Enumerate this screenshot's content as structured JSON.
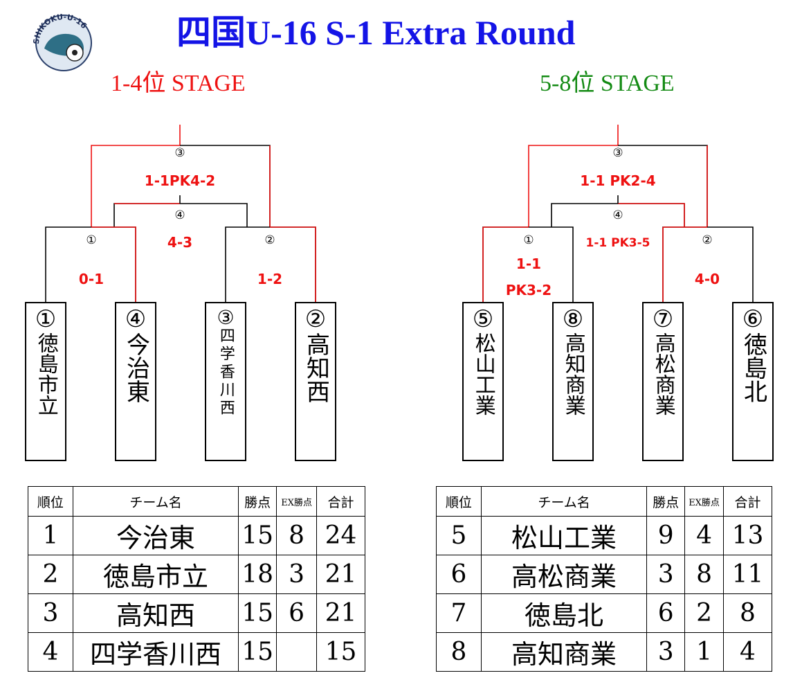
{
  "header": {
    "logo_text": "SHIKOKU-U-16",
    "title": "四国U-16 S-1 Extra Round"
  },
  "stages": {
    "upper": {
      "label": "1-4位 STAGE",
      "color": "#ee1111"
    },
    "lower": {
      "label": "5-8位 STAGE",
      "color": "#138a13"
    }
  },
  "bracket_left": {
    "final": {
      "num": "③",
      "score": "1-1PK4-2"
    },
    "third": {
      "num": "④",
      "score": "4-3"
    },
    "semi1": {
      "num": "①",
      "score": "0-1"
    },
    "semi2": {
      "num": "②",
      "score": "1-2"
    },
    "teams": [
      {
        "seed": "①",
        "name": "徳島市立"
      },
      {
        "seed": "④",
        "name": "今治東"
      },
      {
        "seed": "③",
        "name": "四学香川西"
      },
      {
        "seed": "②",
        "name": "高知西"
      }
    ]
  },
  "bracket_right": {
    "final": {
      "num": "③",
      "score": "1-1 PK2-4"
    },
    "third": {
      "num": "④",
      "score": "1-1 PK3-5"
    },
    "semi1": {
      "num": "①",
      "score_line1": "1-1",
      "score_line2": "PK3-2"
    },
    "semi2": {
      "num": "②",
      "score": "4-0"
    },
    "teams": [
      {
        "seed": "⑤",
        "name": "松山工業"
      },
      {
        "seed": "⑧",
        "name": "高知商業"
      },
      {
        "seed": "⑦",
        "name": "高松商業"
      },
      {
        "seed": "⑥",
        "name": "徳島北"
      }
    ]
  },
  "table_headers": {
    "rank": "順位",
    "team": "チーム名",
    "points": "勝点",
    "ex_points": "EX勝点",
    "total": "合計"
  },
  "standings_left": [
    {
      "rank": "1",
      "team": "今治東",
      "points": "15",
      "ex": "8",
      "total": "24"
    },
    {
      "rank": "2",
      "team": "徳島市立",
      "points": "18",
      "ex": "3",
      "total": "21"
    },
    {
      "rank": "3",
      "team": "高知西",
      "points": "15",
      "ex": "6",
      "total": "21"
    },
    {
      "rank": "4",
      "team": "四学香川西",
      "points": "15",
      "ex": "",
      "total": "15"
    }
  ],
  "standings_right": [
    {
      "rank": "5",
      "team": "松山工業",
      "points": "9",
      "ex": "4",
      "total": "13"
    },
    {
      "rank": "6",
      "team": "高松商業",
      "points": "3",
      "ex": "8",
      "total": "11"
    },
    {
      "rank": "7",
      "team": "徳島北",
      "points": "6",
      "ex": "2",
      "total": "8"
    },
    {
      "rank": "8",
      "team": "高知商業",
      "points": "3",
      "ex": "1",
      "total": "4"
    }
  ]
}
